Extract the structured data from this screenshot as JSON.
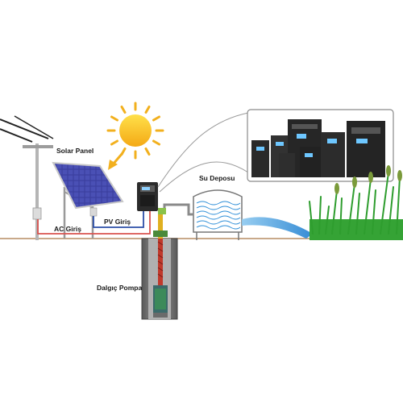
{
  "labels": {
    "solar_panel": "Solar Panel",
    "ac_input": "AC Giriş",
    "pv_input": "PV Giriş",
    "water_tank": "Su Deposu",
    "submersible_pump": "Dalgıç Pompa"
  },
  "colors": {
    "sun": "#f6c21a",
    "sun_ray": "#f2b01e",
    "panel_cell": "#3a3f9e",
    "pv_cable": "#2c4fa8",
    "ac_cable": "#d9534f",
    "ground": "#c9a98a",
    "pipe_red": "#c0392b",
    "water": "#2f8fd8",
    "grass": "#2e9d2e",
    "inverter": "#2b2b2b"
  }
}
